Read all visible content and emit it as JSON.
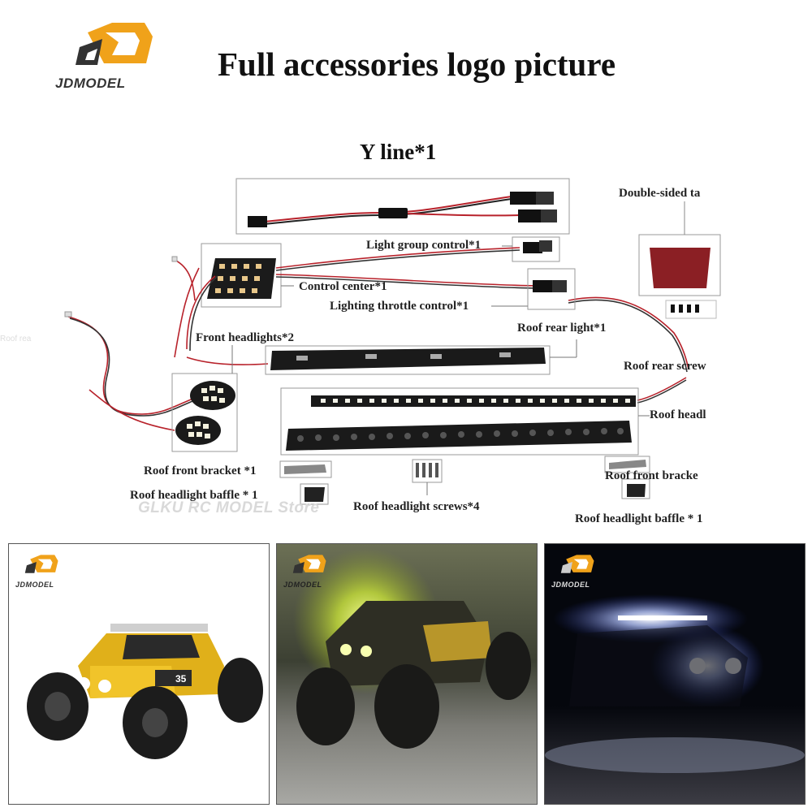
{
  "brand": {
    "name": "JDMODEL"
  },
  "header": {
    "title": "Full accessories logo picture"
  },
  "watermark": "GLKU RC MODEL Store",
  "side_watermark": "Roof rea",
  "labels": {
    "y_line": "Y line*1",
    "double_sided_tape": "Double-sided ta",
    "light_group_control": "Light group control*1",
    "control_center": "Control center*1",
    "lighting_throttle_control": "Lighting throttle control*1",
    "roof_rear_light": "Roof rear light*1",
    "front_headlights": "Front headlights*2",
    "roof_rear_screws": "Roof rear screw",
    "roof_headlight": "Roof headl",
    "roof_front_bracket_left": "Roof front bracket *1",
    "roof_front_bracket_right": "Roof front bracke",
    "roof_headlight_baffle_left": "Roof headlight baffle * 1",
    "roof_headlight_baffle_right": "Roof headlight baffle * 1",
    "roof_headlight_screws": "Roof headlight screws*4"
  },
  "photos": [
    {
      "name": "car-daylight",
      "brand": "JDMODEL",
      "number": "35"
    },
    {
      "name": "car-green-light",
      "brand": "JDMODEL"
    },
    {
      "name": "car-dark",
      "brand": "JDMODEL"
    }
  ],
  "colors": {
    "logo_orange": "#f0a21a",
    "wire_red": "#b8222b",
    "dark": "#1a1a1a"
  }
}
